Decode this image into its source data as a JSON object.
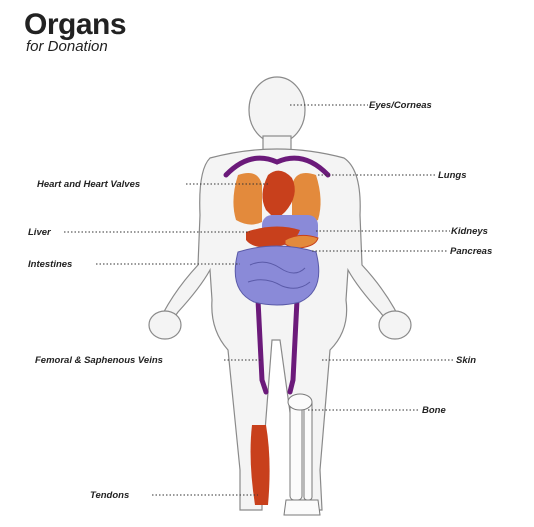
{
  "title": "Organs",
  "subtitle": "for Donation",
  "labels": {
    "eyes": "Eyes/Corneas",
    "heart": "Heart and Heart Valves",
    "lungs": "Lungs",
    "liver": "Liver",
    "kidneys": "Kidneys",
    "pancreas": "Pancreas",
    "intestines": "Intestines",
    "veins": "Femoral & Saphenous Veins",
    "skin": "Skin",
    "bone": "Bone",
    "tendons": "Tendons"
  },
  "colors": {
    "organ_red": "#c8401c",
    "lung_orange": "#e38a3c",
    "intestine_blue": "#8a8ad8",
    "vein_purple": "#6b1a7a",
    "outline": "#8a8a8a"
  }
}
